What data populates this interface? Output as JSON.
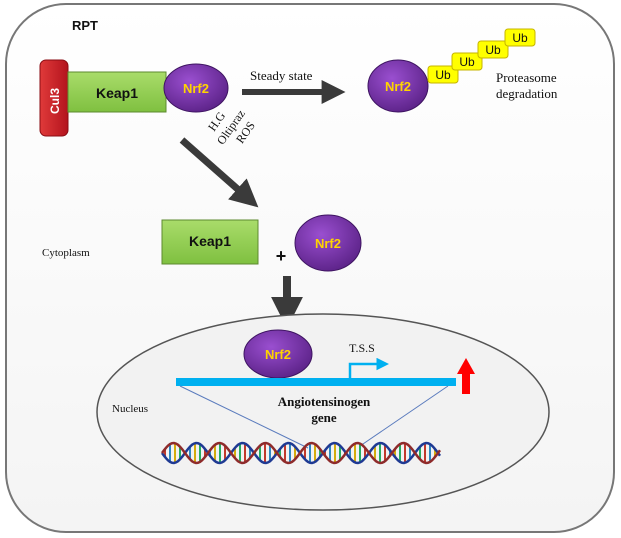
{
  "cell": {
    "label": "RPT"
  },
  "complex": {
    "cul3": "Cul3",
    "keap1": "Keap1",
    "nrf2": "Nrf2"
  },
  "pathway_steady": {
    "label": "Steady state"
  },
  "degradation": {
    "nrf2": "Nrf2",
    "ub_tags": [
      "Ub",
      "Ub",
      "Ub",
      "Ub"
    ],
    "label_line1": "Proteasome",
    "label_line2": "degradation"
  },
  "stimuli": {
    "items": [
      "H.G",
      "Oltipraz",
      "ROS"
    ]
  },
  "dissociated": {
    "keap1": "Keap1",
    "plus": "+",
    "nrf2": "Nrf2"
  },
  "compartments": {
    "cytoplasm": "Cytoplasm",
    "nucleus": "Nucleus"
  },
  "nucleus": {
    "nrf2": "Nrf2",
    "tss": "T.S.S",
    "gene_line1": "Angiotensinogen",
    "gene_line2": "gene"
  },
  "colors": {
    "cul3": "#d01f2a",
    "keap1": "#92d050",
    "nrf2": "#7030a0",
    "ub": "#ffff00",
    "dna_bar": "#00b0f0",
    "arrow": "#3a3a3a",
    "up_arrow": "#ff0000"
  }
}
